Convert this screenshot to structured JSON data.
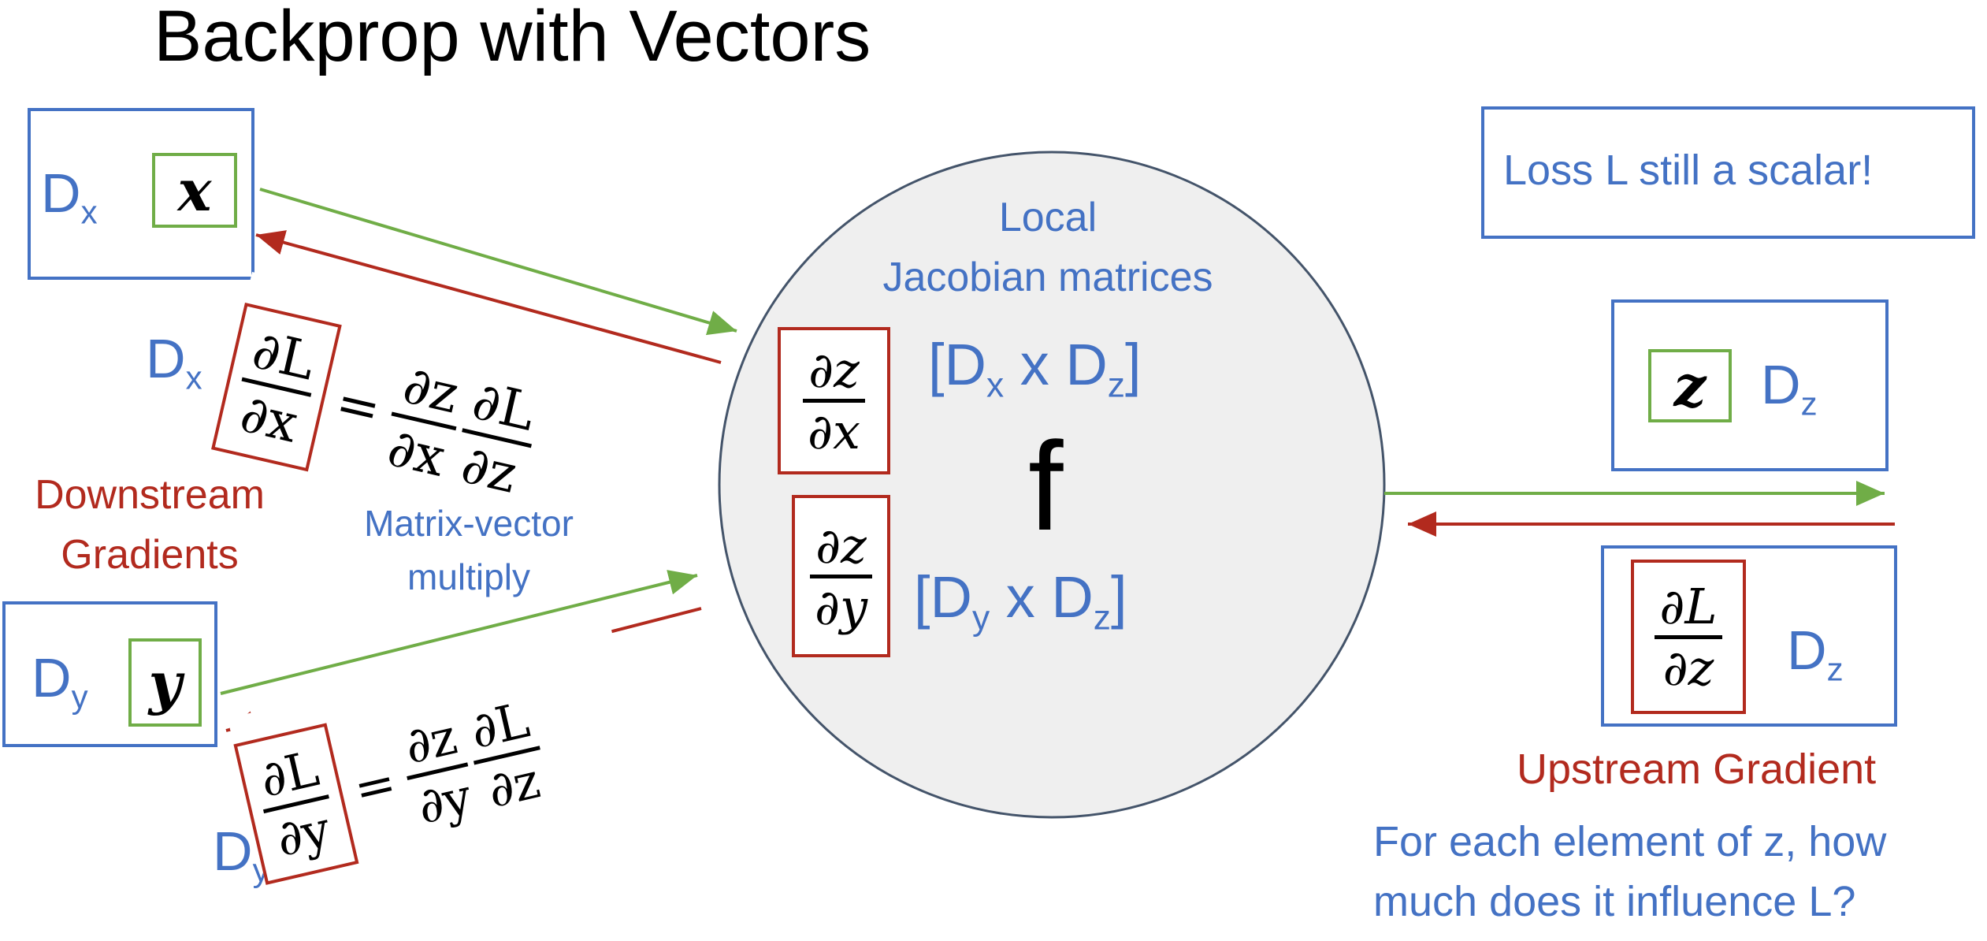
{
  "title": "Backprop with Vectors",
  "inputs": {
    "x": {
      "symbol": "x",
      "dim_base": "D",
      "dim_sub": "x"
    },
    "y": {
      "symbol": "y",
      "dim_base": "D",
      "dim_sub": "y"
    }
  },
  "output": {
    "symbol": "z",
    "dim_base": "D",
    "dim_sub": "z"
  },
  "node": {
    "function": "f",
    "local_label_line1": "Local",
    "local_label_line2": "Jacobian matrices",
    "jac_x": {
      "num": "∂z",
      "den": "∂x",
      "dim_open": "[D",
      "dim_a": "x",
      "dim_mid": " x D",
      "dim_b": "z",
      "dim_close": "]"
    },
    "jac_y": {
      "num": "∂z",
      "den": "∂y",
      "dim_open": "[D",
      "dim_a": "y",
      "dim_mid": " x D",
      "dim_b": "z",
      "dim_close": "]"
    }
  },
  "loss_note": "Loss L still a scalar!",
  "upstream": {
    "num": "∂L",
    "den": "∂z",
    "dim_base": "D",
    "dim_sub": "z",
    "label": "Upstream Gradient",
    "question_line1": "For each element of z, how",
    "question_line2": "much does it influence L?"
  },
  "downstream": {
    "label_line1": "Downstream",
    "label_line2": "Gradients"
  },
  "matvec": {
    "line1": "Matrix-vector",
    "line2": "multiply"
  },
  "grad_x": {
    "dim_base": "D",
    "dim_sub": "x",
    "lhs_num": "∂L",
    "lhs_den": "∂x",
    "eq": "=",
    "r1_num": "∂z",
    "r1_den": "∂x",
    "r2_num": "∂L",
    "r2_den": "∂z"
  },
  "grad_y": {
    "dim_base": "D",
    "dim_sub": "y",
    "lhs_num": "∂L",
    "lhs_den": "∂y",
    "eq": "=",
    "r1_num": "∂z",
    "r1_den": "∂y",
    "r2_num": "∂L",
    "r2_den": "∂z"
  },
  "colors": {
    "blue": "#4472c4",
    "green": "#70ad47",
    "red": "#b22a1e",
    "node_fill": "#efefef",
    "node_stroke": "#44546a"
  }
}
